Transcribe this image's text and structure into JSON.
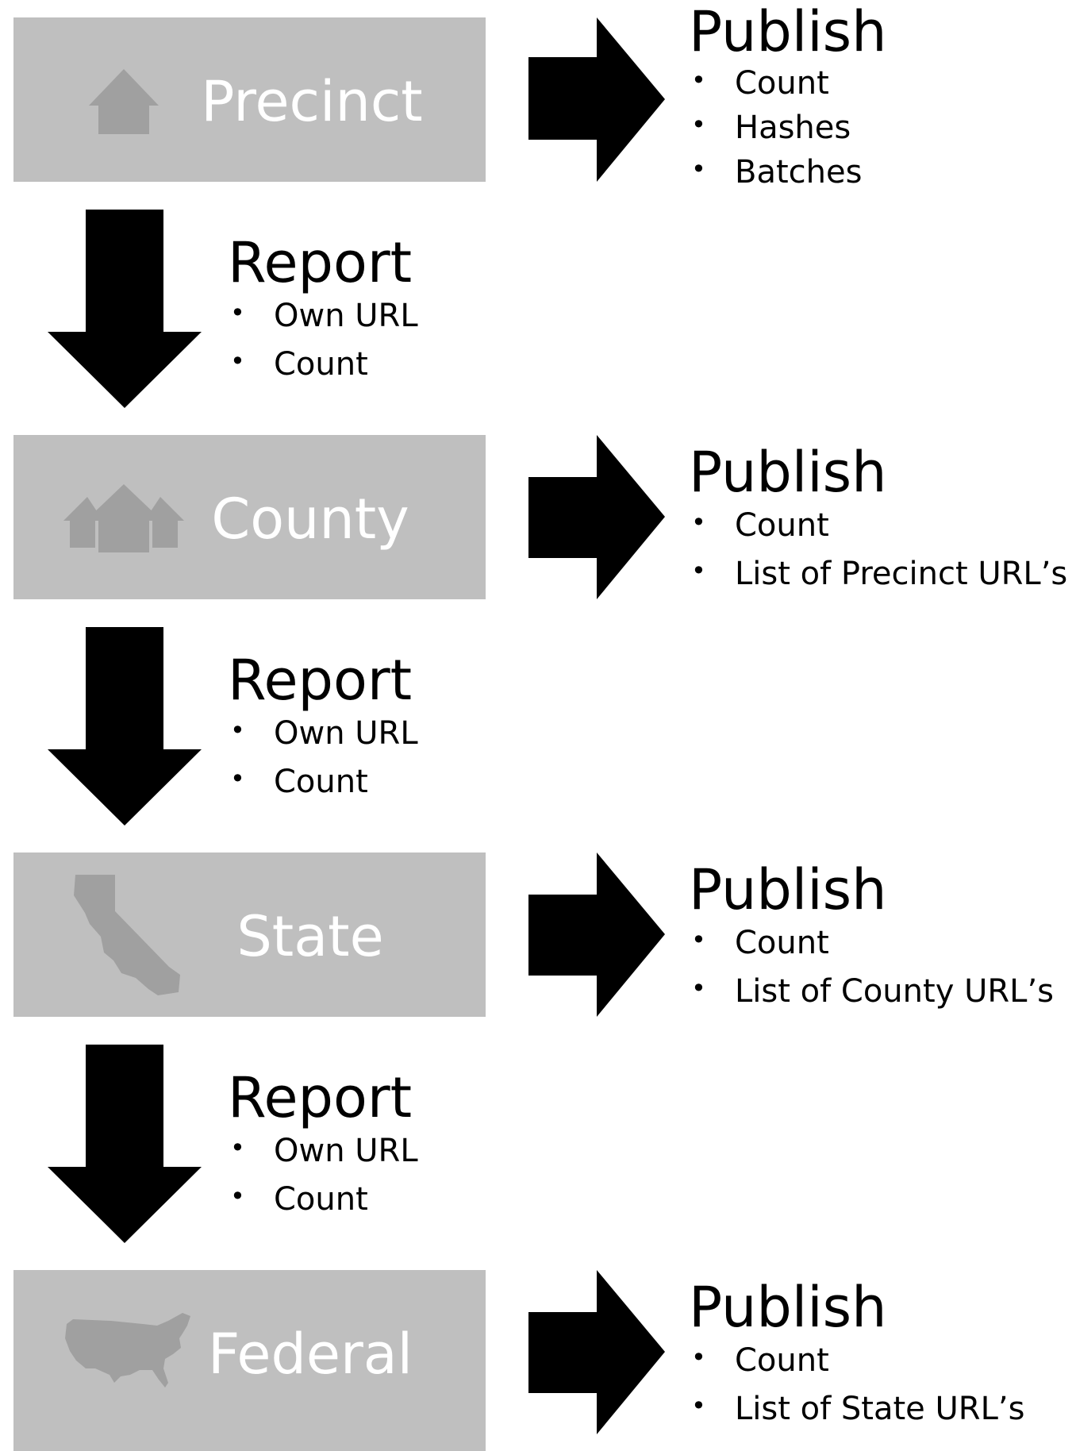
{
  "levels": [
    {
      "name": "Precinct",
      "icon": "house-icon",
      "publish": {
        "title": "Publish",
        "items": [
          "Count",
          "Hashes",
          "Batches"
        ]
      }
    },
    {
      "name": "County",
      "icon": "houses-icon",
      "publish": {
        "title": "Publish",
        "items": [
          "Count",
          "List of Precinct URL’s"
        ]
      }
    },
    {
      "name": "State",
      "icon": "california-icon",
      "publish": {
        "title": "Publish",
        "items": [
          "Count",
          "List of County URL’s"
        ]
      }
    },
    {
      "name": "Federal",
      "icon": "usa-map-icon",
      "publish": {
        "title": "Publish",
        "items": [
          "Count",
          "List of State URL’s"
        ]
      }
    }
  ],
  "reports": [
    {
      "title": "Report",
      "items": [
        "Own URL",
        "Count"
      ]
    },
    {
      "title": "Report",
      "items": [
        "Own URL",
        "Count"
      ]
    },
    {
      "title": "Report",
      "items": [
        "Own URL",
        "Count"
      ]
    }
  ],
  "colors": {
    "box": "#bfbfbf",
    "box_text": "#ffffff",
    "icon": "#a0a0a0",
    "arrow": "#000000"
  }
}
